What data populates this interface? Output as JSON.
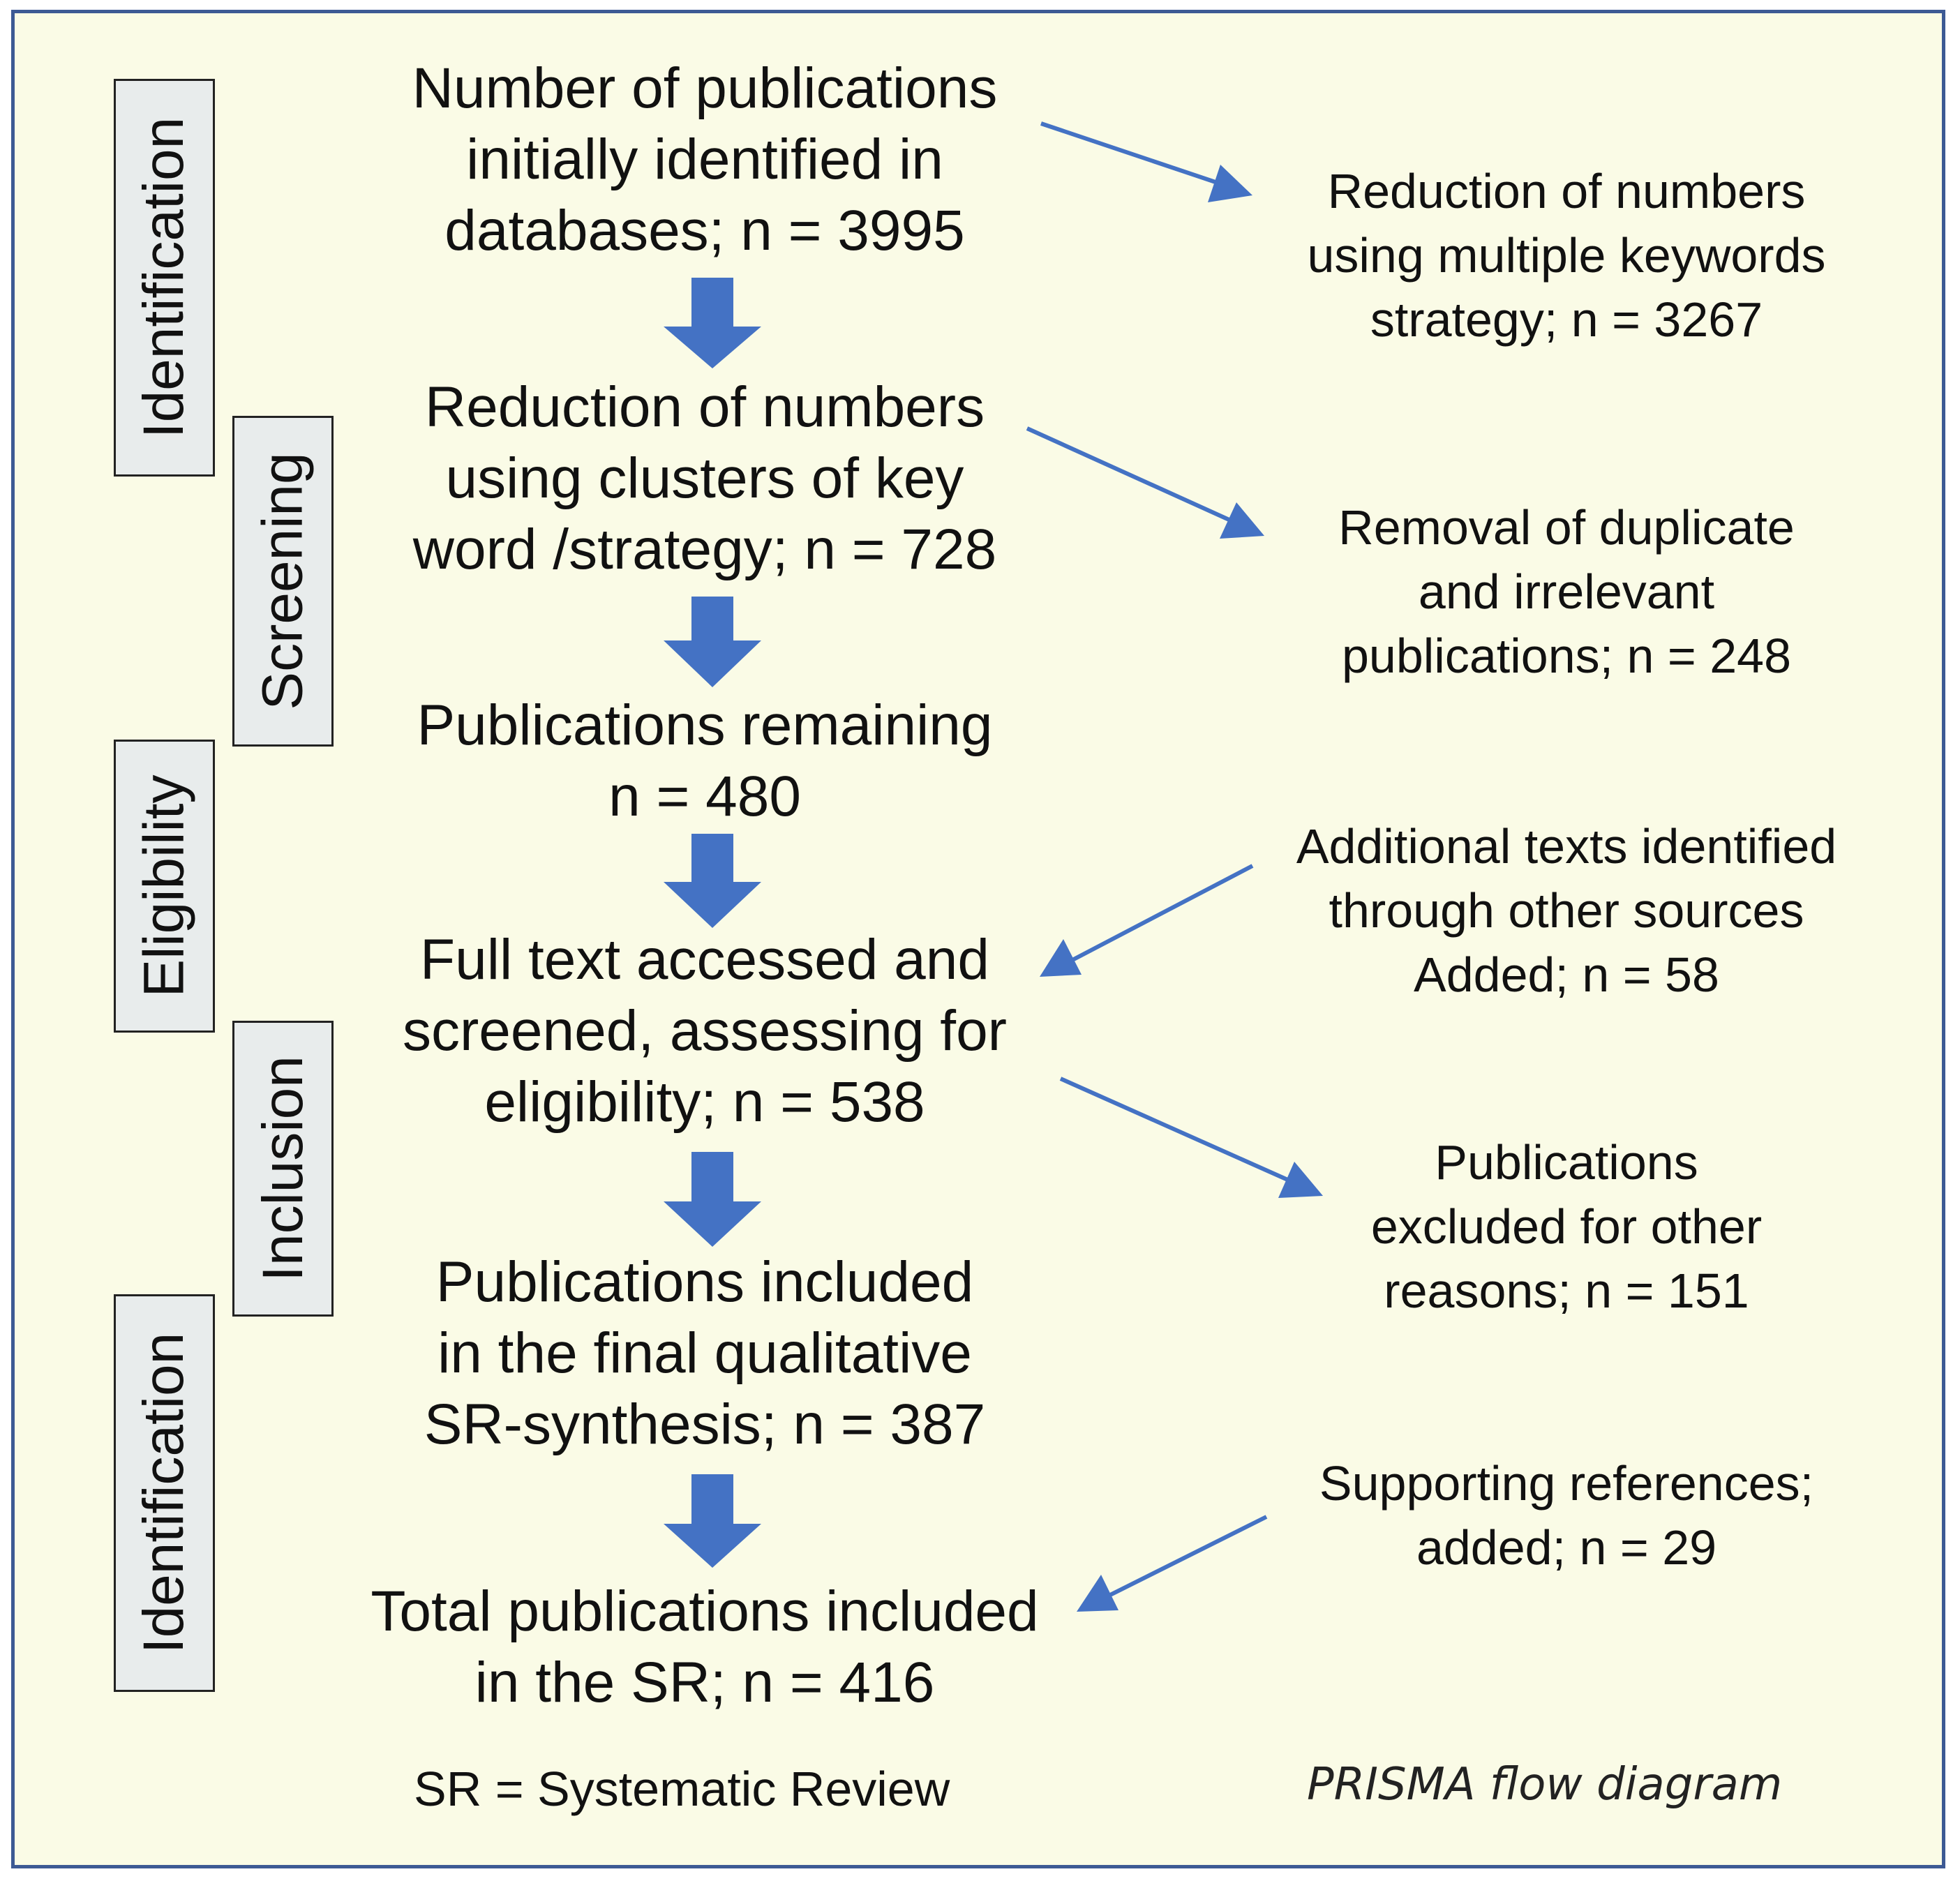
{
  "stages": [
    {
      "key": "identification_top",
      "label": "Identification"
    },
    {
      "key": "screening",
      "label": "Screening"
    },
    {
      "key": "eligibility",
      "label": "Eligibility"
    },
    {
      "key": "inclusion",
      "label": "Inclusion"
    },
    {
      "key": "identification_bottom",
      "label": "Identification"
    }
  ],
  "main_steps": [
    {
      "text": "Number of publications\ninitially identified in\ndatabases; n = 3995"
    },
    {
      "text": "Reduction of numbers\nusing clusters of key\nword /strategy; n = 728"
    },
    {
      "text": "Publications remaining\nn = 480"
    },
    {
      "text": "Full text accessed and\nscreened, assessing for\neligibility; n = 538"
    },
    {
      "text": "Publications included\nin the final qualitative\nSR-synthesis; n = 387"
    },
    {
      "text": "Total publications included\nin the SR; n = 416"
    }
  ],
  "side_notes": [
    {
      "text": "Reduction of numbers\nusing multiple keywords\nstrategy; n = 3267"
    },
    {
      "text": "Removal of duplicate\nand irrelevant\npublications; n = 248"
    },
    {
      "text": "Additional texts identified\nthrough other sources\nAdded; n = 58"
    },
    {
      "text": "Publications\nexcluded for other\nreasons; n = 151"
    },
    {
      "text": "Supporting references;\nadded; n = 29"
    }
  ],
  "footnote": "SR = Systematic Review",
  "caption": "PRISMA flow diagram",
  "colors": {
    "background": "#fafbe6",
    "border": "#3d5a94",
    "arrow": "#4472c4",
    "label_box": "#e8ecec"
  }
}
